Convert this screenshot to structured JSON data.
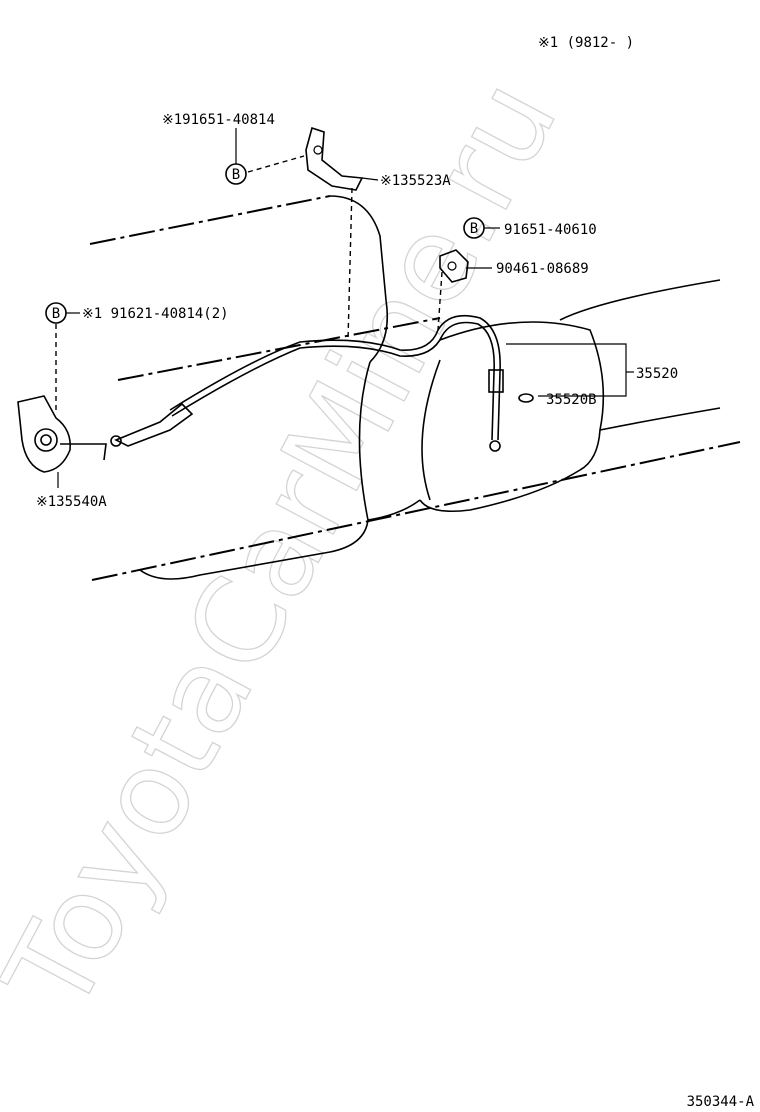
{
  "labels": {
    "note_header": "※1 (9812-     )",
    "p_91651_40814": "※191651-40814",
    "p_35523a": "※135523A",
    "p_91651_40610": "91651-40610",
    "p_90461_08689": "90461-08689",
    "p_91621_40814": "※1 91621-40814(2)",
    "p_35540a": "※135540A",
    "p_35520": "35520",
    "p_35520b": "35520B",
    "bolt_symbol": "B",
    "figure_id": "350344-A"
  },
  "watermark": "ToyotaCarMine.ru"
}
